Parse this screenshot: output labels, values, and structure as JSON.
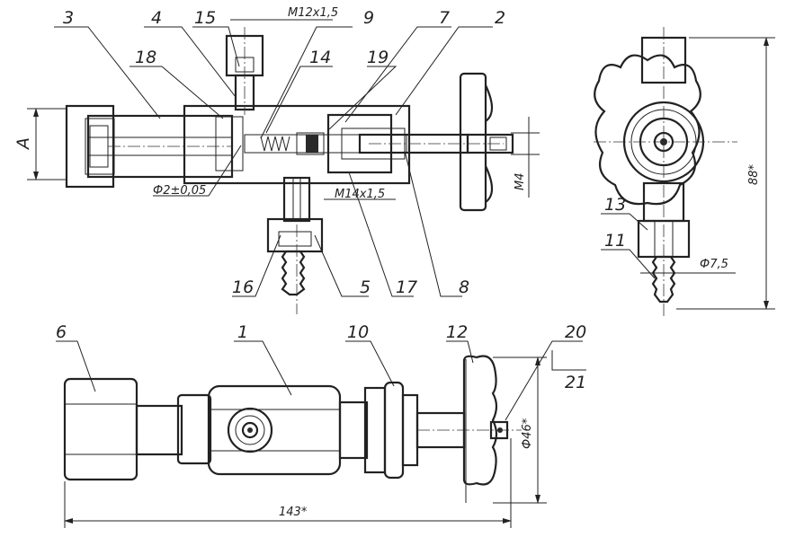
{
  "callouts": {
    "n3": "3",
    "n4": "4",
    "n15": "15",
    "n9": "9",
    "n7": "7",
    "n2": "2",
    "n18": "18",
    "n14": "14",
    "n19": "19",
    "n16": "16",
    "n5": "5",
    "n17": "17",
    "n8": "8",
    "n13": "13",
    "n11": "11",
    "n6": "6",
    "n1": "1",
    "n10": "10",
    "n12": "12",
    "n20": "20",
    "n21": "21"
  },
  "dimensions": {
    "thread_top": "M12x1,5",
    "thread_side": "M14x1,5",
    "bore": "Ф2±0,05",
    "section_a": "A",
    "m4": "M4",
    "height": "88*",
    "nipple_dia": "Ф7,5",
    "wheel_dia": "Ф46*",
    "length": "143*"
  }
}
